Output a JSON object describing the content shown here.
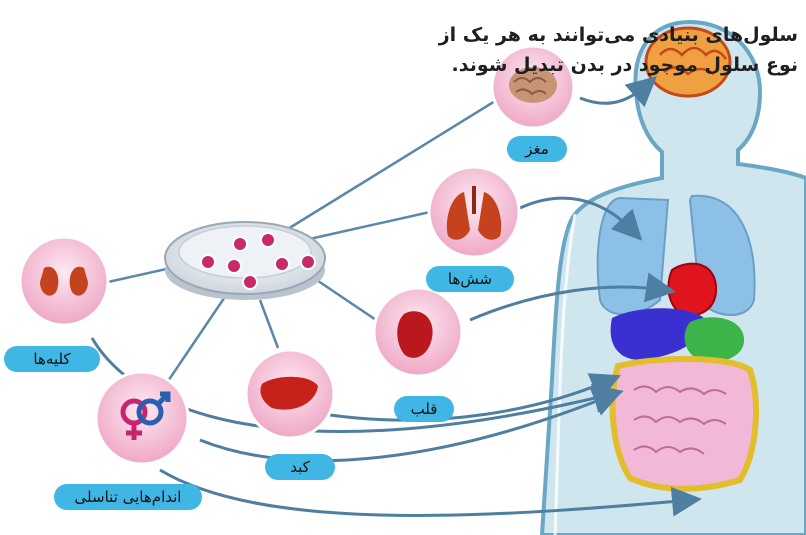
{
  "heading": {
    "line1": "سلول‌های بنیادی می‌توانند به هر یک از",
    "line2": "نوع سلول موجود در بدن تبدیل شوند."
  },
  "labels": {
    "brain": "مغز",
    "lungs": "شش‌ها",
    "heart": "قلب",
    "liver": "کبد",
    "kidneys": "کلیه‌ها",
    "reproductive": "اندام‌هایی تناسلی"
  },
  "colors": {
    "label_fill": "#3fb6e4",
    "circle_fill": "#f3bfd6",
    "body_fill": "#cfe6ee",
    "body_outline": "#6aa7c4",
    "arrow": "#4f7fa0"
  }
}
